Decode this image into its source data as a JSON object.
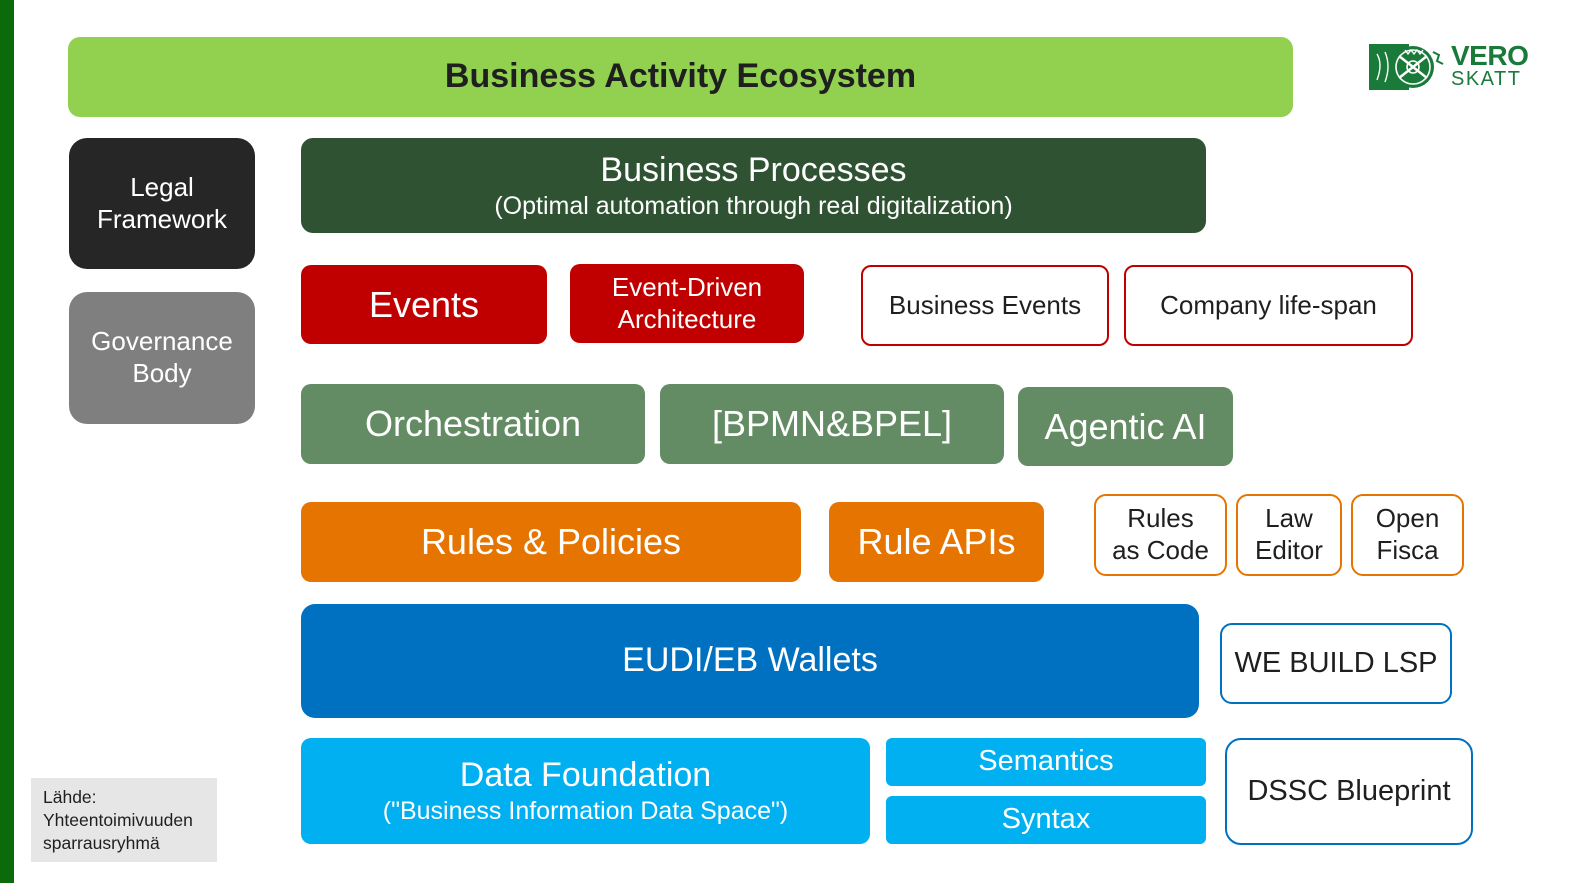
{
  "title": "Business Activity Ecosystem",
  "logo": {
    "line1": "VERO",
    "line2": "SKATT",
    "color": "#1a7a3a"
  },
  "sidebar": {
    "legal": [
      "Legal",
      "Framework"
    ],
    "governance": [
      "Governance",
      "Body"
    ]
  },
  "business_processes": {
    "title": "Business Processes",
    "subtitle": "(Optimal automation through real digitalization)"
  },
  "events_row": {
    "events": "Events",
    "eda": [
      "Event-Driven",
      "Architecture"
    ],
    "business_events": "Business Events",
    "company_lifespan": "Company life-span"
  },
  "orchestration_row": {
    "orchestration": "Orchestration",
    "bpmn": "[BPMN&BPEL]",
    "agentic": "Agentic AI"
  },
  "rules_row": {
    "rules_policies": "Rules & Policies",
    "rule_apis": "Rule APIs",
    "rules_as_code": [
      "Rules",
      "as Code"
    ],
    "law_editor": [
      "Law",
      "Editor"
    ],
    "open_fisca": [
      "Open",
      "Fisca"
    ]
  },
  "wallets_row": {
    "wallets": "EUDI/EB Wallets",
    "we_build": "WE BUILD LSP"
  },
  "data_row": {
    "data_foundation": "Data Foundation",
    "data_foundation_sub": "(\"Business Information Data Space\")",
    "semantics": "Semantics",
    "syntax": "Syntax",
    "dssc": "DSSC Blueprint"
  },
  "source": [
    "Lähde:",
    "Yhteentoimivuuden",
    "sparrausryhmä"
  ],
  "colors": {
    "title_green": "#92d050",
    "dark_green": "#2f5233",
    "red": "#c00000",
    "sage": "#648c64",
    "orange": "#e57400",
    "blue": "#0070c0",
    "cyan": "#00b0f0",
    "black": "#262626",
    "gray": "#7f7f7f"
  }
}
